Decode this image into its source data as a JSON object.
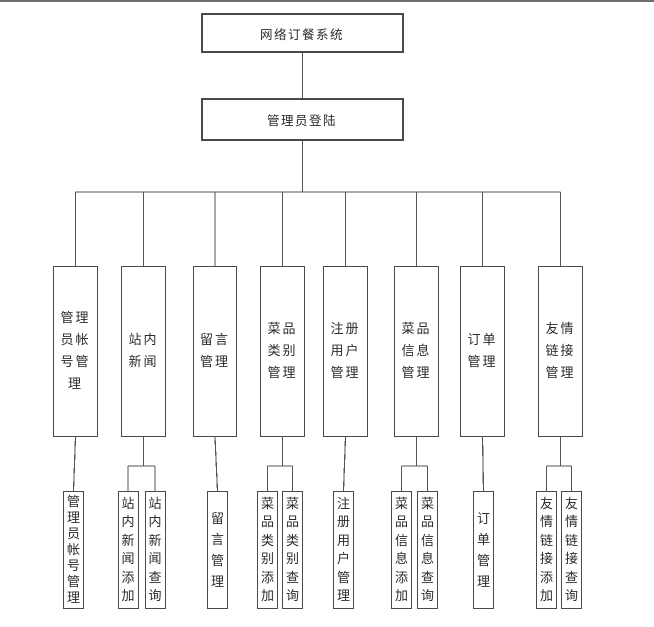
{
  "meta": {
    "background_color": "#ffffff",
    "box_border_color": "#4a4a4a",
    "connector_color": "#565656",
    "text_color": "#2b2b2b"
  },
  "tree": {
    "root": {
      "label": "网络订餐系统"
    },
    "login": {
      "label": "管理员登陆"
    },
    "branches": [
      {
        "label": "管理员帐号管理",
        "children": [
          "管理员帐号管理"
        ]
      },
      {
        "label": "站内新闻",
        "children": [
          "站内新闻添加",
          "站内新闻查询"
        ]
      },
      {
        "label": "留言管理",
        "children": [
          "留言管理"
        ]
      },
      {
        "label": "菜品类别管理",
        "children": [
          "菜品类别添加",
          "菜品类别查询"
        ]
      },
      {
        "label": "注册用户管理",
        "children": [
          "注册用户管理"
        ]
      },
      {
        "label": "菜品信息管理",
        "children": [
          "菜品信息添加",
          "菜品信息查询"
        ]
      },
      {
        "label": "订单管理",
        "children": [
          "订单管理"
        ]
      },
      {
        "label": "友情链接管理",
        "children": [
          "友情链接添加",
          "友情链接查询"
        ]
      }
    ]
  }
}
